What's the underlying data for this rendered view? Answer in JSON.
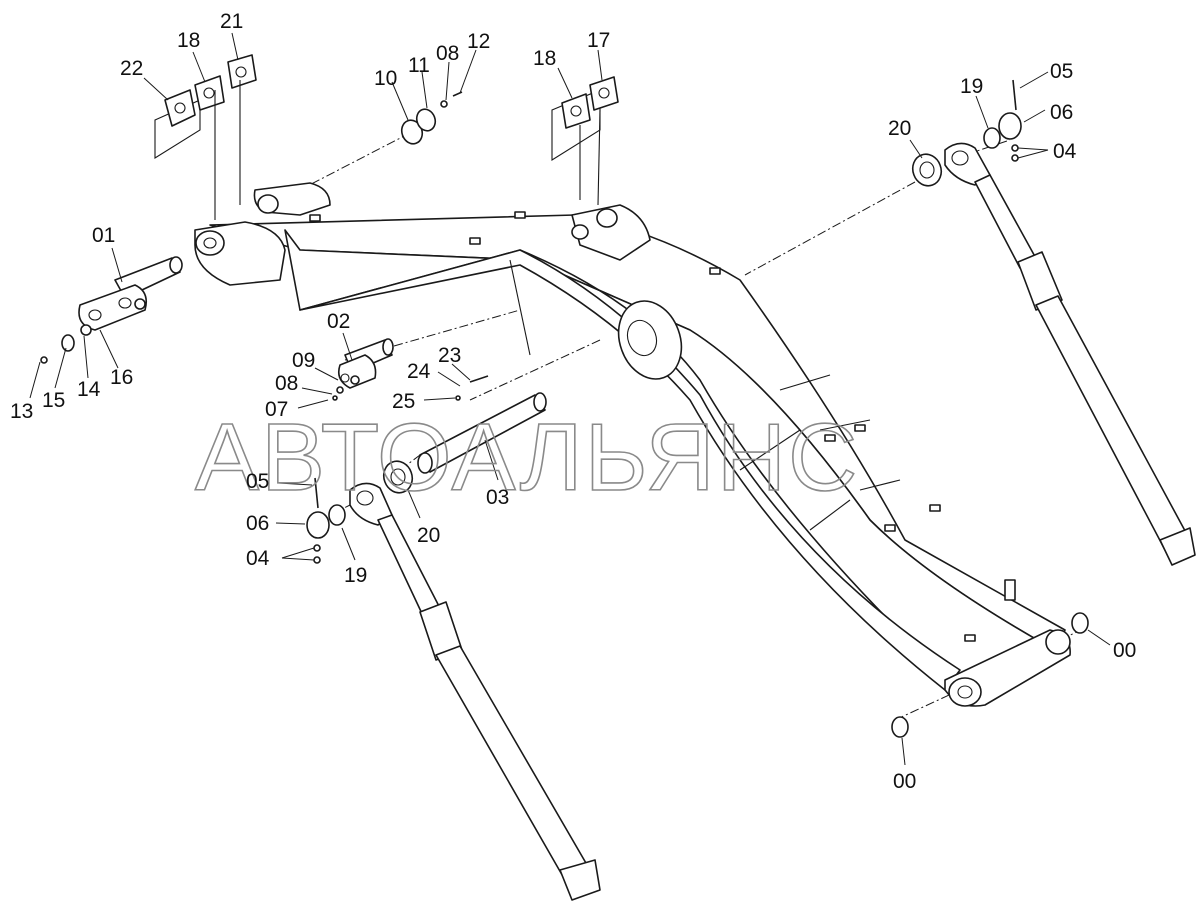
{
  "watermark": "АВТОАЛЬЯНС",
  "callouts": {
    "c22": "22",
    "c18a": "18",
    "c21": "21",
    "c10": "10",
    "c11": "11",
    "c08a": "08",
    "c12": "12",
    "c18b": "18",
    "c17": "17",
    "c19a": "19",
    "c05a": "05",
    "c06a": "06",
    "c04a": "04",
    "c20a": "20",
    "c01": "01",
    "c13": "13",
    "c15": "15",
    "c14": "14",
    "c16": "16",
    "c02": "02",
    "c09": "09",
    "c08b": "08",
    "c07": "07",
    "c23": "23",
    "c24": "24",
    "c25": "25",
    "c03": "03",
    "c20b": "20",
    "c05b": "05",
    "c06b": "06",
    "c04b": "04",
    "c19b": "19",
    "c00a": "00",
    "c00b": "00"
  }
}
